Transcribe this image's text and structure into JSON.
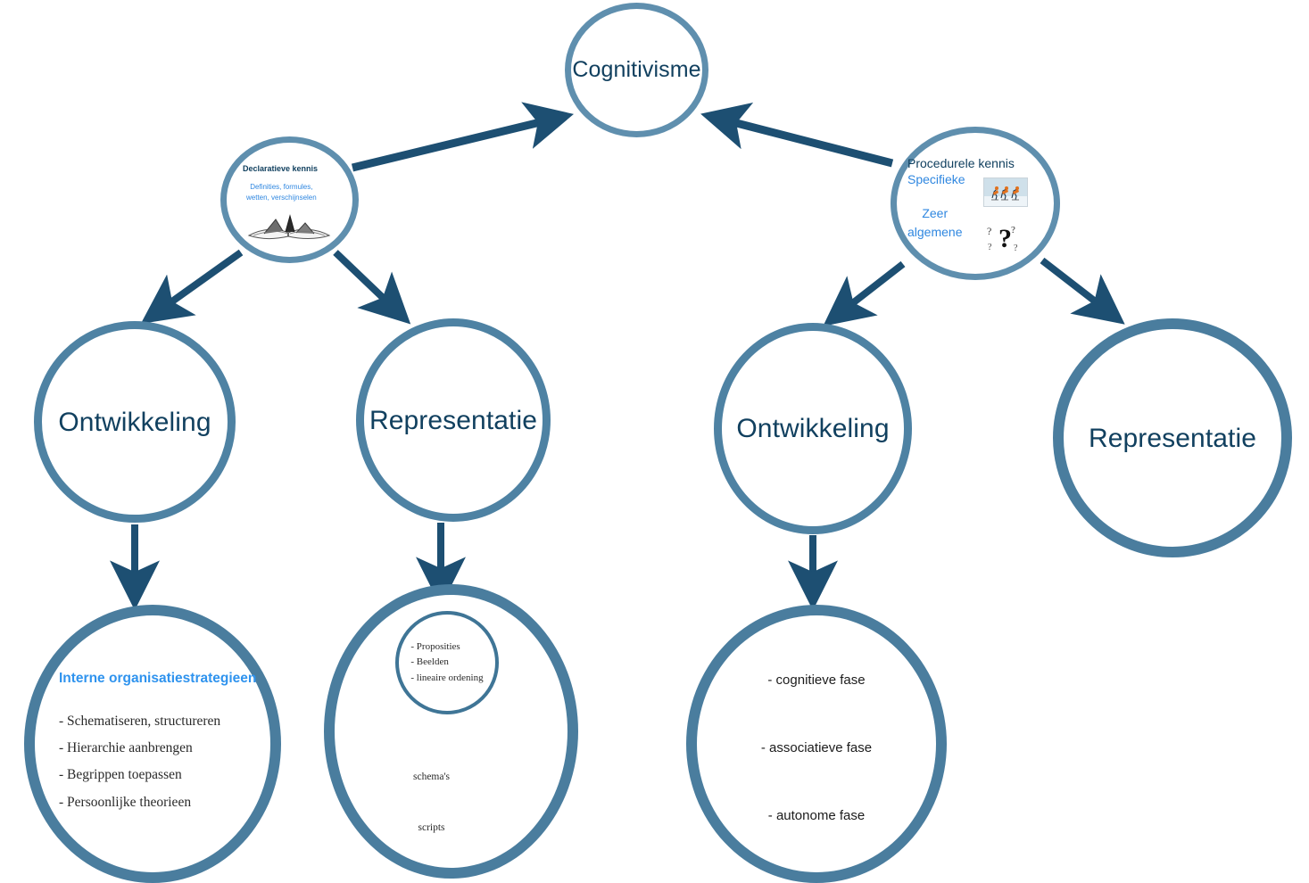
{
  "diagram": {
    "title": "Cognitivisme",
    "language": "nl",
    "colors": {
      "ring_light": "#5f8fae",
      "ring_medium": "#4e82a3",
      "ring_dark": "#4a7d9e",
      "arrow_dark": "#1d4f72",
      "arrow_light": "#38b0ee",
      "text_dark_blue": "#11405f",
      "text_bright_blue": "#2f93ee",
      "text_body": "#2a2a2a",
      "background": "#ffffff"
    }
  },
  "nodes": {
    "root": {
      "label": "Cognitivisme"
    },
    "declaratieve": {
      "heading": "Declaratieve kennis",
      "subtitle": "Definities, formules,\nwetten, verschijnselen",
      "image_name": "open-book-sketch"
    },
    "procedurele": {
      "heading": "Procedurele kennis",
      "specific_label": "Specifieke",
      "general_label": "Zeer\nalgemene",
      "image_name": "speed-skaters-photo",
      "question_glyph": "?"
    },
    "ontwikkeling_declaratief": {
      "label": "Ontwikkeling"
    },
    "representatie_declaratief": {
      "label": "Representatie"
    },
    "ontwikkeling_procedureel": {
      "label": "Ontwikkeling"
    },
    "representatie_procedureel": {
      "label": "Representatie"
    },
    "interne_organisatiestrategieen": {
      "title": "Interne organisatiestrategieen",
      "items": [
        "- Schematiseren, structureren",
        "- Hierarchie aanbrengen",
        "- Begrippen toepassen",
        "- Persoonlijke theorieen"
      ]
    },
    "representatie_detail": {
      "inner_items": [
        "- Proposities",
        "- Beelden",
        "- lineaire ordening"
      ],
      "flow": [
        "schema's",
        "scripts"
      ]
    },
    "fasen_detail": {
      "items": [
        "- cognitieve fase",
        "- associatieve fase",
        "- autonome fase"
      ]
    }
  },
  "edges": [
    {
      "from": "declaratieve",
      "to": "root",
      "style": "dark-arrow"
    },
    {
      "from": "procedurele",
      "to": "root",
      "style": "dark-arrow"
    },
    {
      "from": "declaratieve",
      "to": "ontwikkeling_declaratief",
      "style": "dark-arrow"
    },
    {
      "from": "declaratieve",
      "to": "representatie_declaratief",
      "style": "dark-arrow"
    },
    {
      "from": "procedurele",
      "to": "ontwikkeling_procedureel",
      "style": "dark-arrow"
    },
    {
      "from": "procedurele",
      "to": "representatie_procedureel",
      "style": "dark-arrow"
    },
    {
      "from": "ontwikkeling_declaratief",
      "to": "interne_organisatiestrategieen",
      "style": "dark-arrow"
    },
    {
      "from": "representatie_declaratief",
      "to": "representatie_detail",
      "style": "dark-arrow"
    },
    {
      "from": "ontwikkeling_procedureel",
      "to": "fasen_detail",
      "style": "dark-arrow"
    }
  ]
}
